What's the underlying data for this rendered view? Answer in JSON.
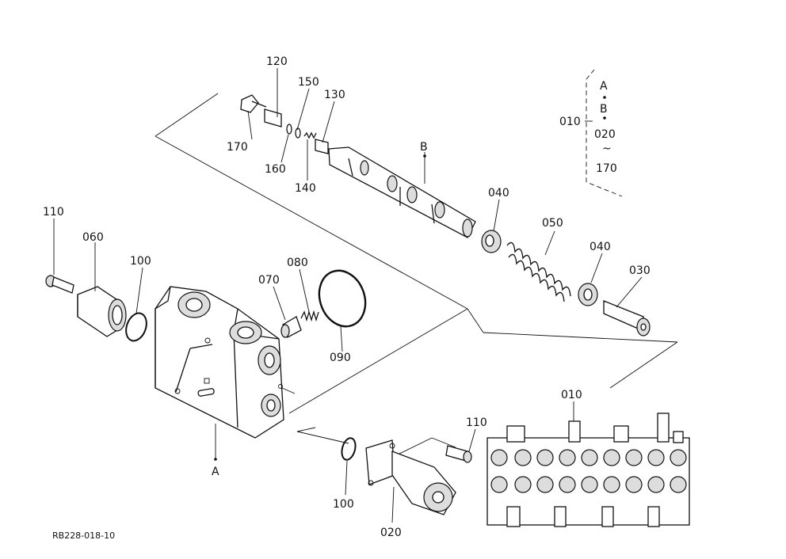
{
  "reference_code": "RB228-018-10",
  "callouts": {
    "p010_top": "010",
    "p010_bottom": "010",
    "p020": "020",
    "p030": "030",
    "p040_a": "040",
    "p040_b": "040",
    "p050": "050",
    "p060": "060",
    "p070": "070",
    "p080": "080",
    "p090": "090",
    "p100_a": "100",
    "p100_b": "100",
    "p110_a": "110",
    "p110_b": "110",
    "p120": "120",
    "p130": "130",
    "p140": "140",
    "p150": "150",
    "p160": "160",
    "p170": "170"
  },
  "markers": {
    "a": "A",
    "b": "B"
  },
  "legend": {
    "code": "010",
    "a": "A",
    "b": "B",
    "from": "020",
    "range_mark": "~",
    "to": "170"
  },
  "colors": {
    "line": "#111111",
    "background": "#ffffff"
  }
}
